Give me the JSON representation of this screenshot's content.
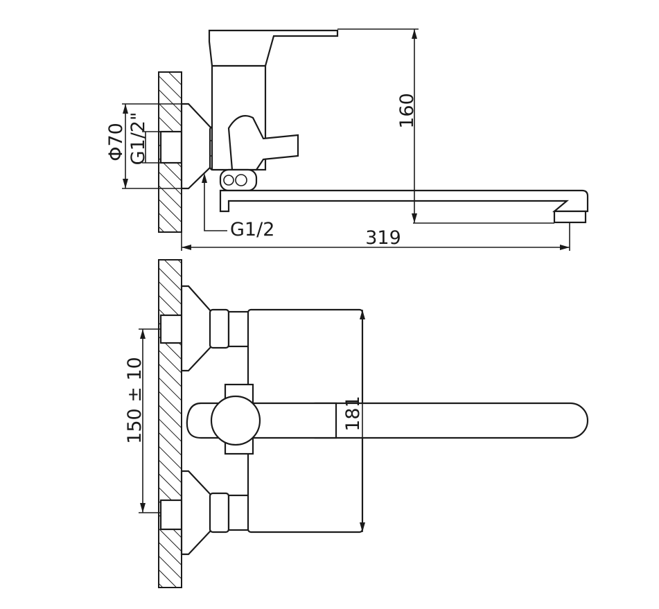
{
  "drawing": {
    "side_view": {
      "flange_diameter": "Φ70",
      "inlet_thread": "G1/2\"",
      "height_dim": "160",
      "outlet_thread": "G1/2",
      "reach_dim": "319"
    },
    "front_view": {
      "centers_dim": "150 ± 10",
      "body_height_dim": "181"
    }
  }
}
